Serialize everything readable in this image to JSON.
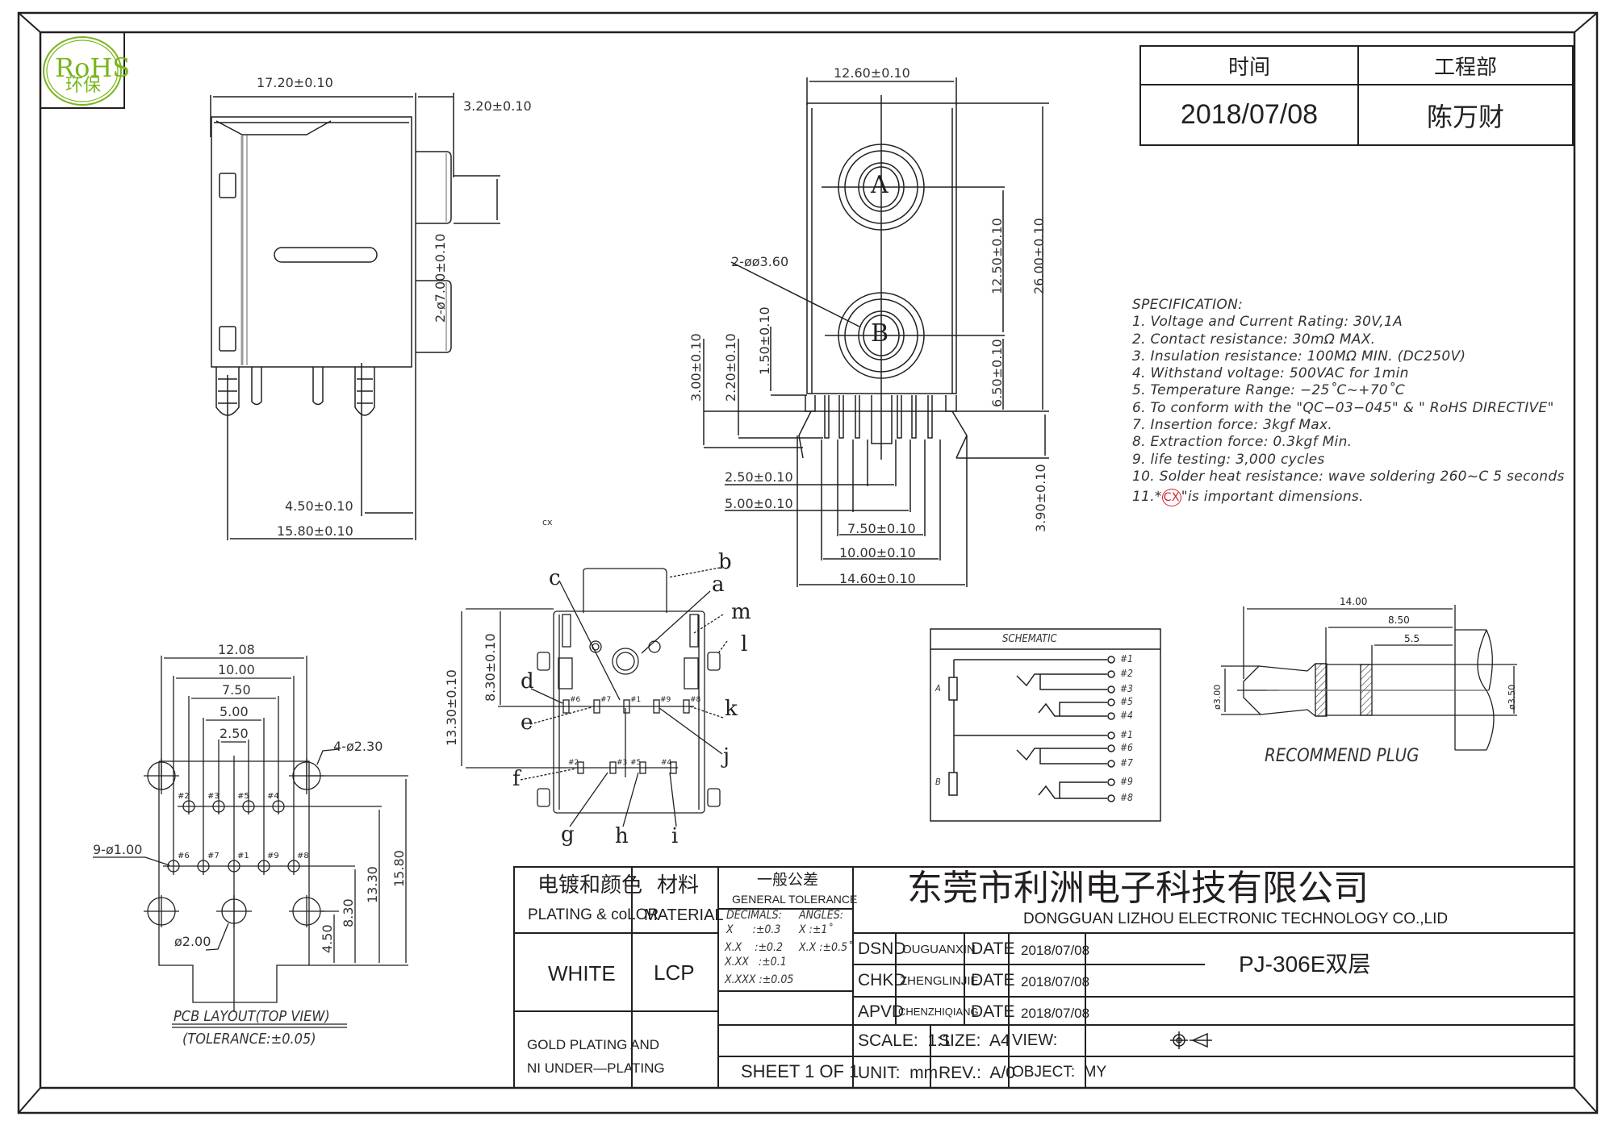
{
  "badge": {
    "line1": "RoHS",
    "line2": "环保",
    "color": "#7ab51d"
  },
  "header_table": {
    "col1_label": "时间",
    "col2_label": "工程部",
    "col1_value": "2018/07/08",
    "col2_value": "陈万财"
  },
  "front_view": {
    "width_dim": "17.20±0.10",
    "depth_dim": "3.20±0.10",
    "hole_dim": "2-ø7.00±0.10",
    "pin_dim_a": "4.50±0.10",
    "pin_dim_b": "15.80±0.10",
    "cx_label": "cx"
  },
  "side_view": {
    "width_dim": "12.60±0.10",
    "hole_callout": "2-øø3.60",
    "height_total": "26.00±0.10",
    "height_pitch": "12.50±0.10",
    "height_b": "6.50±0.10",
    "dim_1_50": "1.50±0.10",
    "dim_2_20": "2.20±0.10",
    "dim_3_00": "3.00±0.10",
    "dim_3_90": "3.90±0.10",
    "dim_2_50": "2.50±0.10",
    "dim_5_00": "5.00±0.10",
    "dim_7_50": "7.50±0.10",
    "dim_10_00": "10.00±0.10",
    "dim_14_60": "14.60±0.10",
    "jack_a": "A",
    "jack_b": "B"
  },
  "bottom_view": {
    "dim_13_30": "13.30±0.10",
    "dim_8_30": "8.30±0.10",
    "labels": [
      "a",
      "b",
      "c",
      "d",
      "e",
      "f",
      "g",
      "h",
      "i",
      "j",
      "k",
      "l",
      "m"
    ],
    "pin_row_top": [
      "#6",
      "#7",
      "#1",
      "#9",
      "#8"
    ],
    "pin_row_bottom": [
      "#2",
      "#3",
      "#5",
      "#4"
    ]
  },
  "pcb_layout": {
    "dims_h": [
      "12.08",
      "10.00",
      "7.50",
      "5.00",
      "2.50"
    ],
    "dims_v": [
      "15.80",
      "13.30",
      "8.30",
      "4.50"
    ],
    "callout_big": "4-ø2.30",
    "callout_small": "9-ø1.00",
    "callout_mid": "ø2.00",
    "row1_pins": [
      "#2",
      "#3",
      "#5",
      "#4"
    ],
    "row2_pins": [
      "#6",
      "#7",
      "#1",
      "#9",
      "#8"
    ],
    "title": "PCB LAYOUT(TOP VIEW)",
    "tolerance": "(TOLERANCE:±0.05)"
  },
  "specification": {
    "title": "SPECIFICATION:",
    "items": [
      "1. Voltage and Current Rating: 30V,1A",
      "2. Contact resistance: 30mΩ MAX.",
      "3. Insulation resistance: 100MΩ MIN. (DC250V)",
      "4. Withstand voltage: 500VAC for 1min",
      "5. Temperature Range: −25˚C~+70˚C",
      "6. To conform with the \"QC−03−045\" & \" RoHS DIRECTIVE\"",
      "7. Insertion force: 3kgf Max.",
      "8. Extraction force:  0.3kgf Min.",
      "9. life testing: 3,000 cycles",
      "10. Solder heat resistance: wave soldering 260~C 5 seconds"
    ],
    "item11_prefix": "11.*",
    "item11_mark": "CX",
    "item11_suffix": "\"is important dimensions.",
    "mark_color": "#d61f2a"
  },
  "schematic": {
    "title": "SCHEMATIC",
    "label_a": "A",
    "label_b": "B",
    "pins": [
      "#1",
      "#2",
      "#3",
      "#5",
      "#4",
      "#1",
      "#6",
      "#7",
      "#9",
      "#8"
    ]
  },
  "plug": {
    "dim_total": "14.00",
    "dim_mid": "8.50",
    "dim_short": "5.5",
    "dia_tip": "ø3.00",
    "dia_body": "ø3.50",
    "title": "RECOMMEND PLUG"
  },
  "title_block": {
    "plating_cn": "电镀和颜色",
    "plating_en": "PLATING & coLOR",
    "material_cn": "材料",
    "material_en": "MATERIAL",
    "tolerance_cn": "一般公差",
    "tolerance_en": "GENERAL TOLERANCE",
    "decimals_label": "DECIMALS:",
    "angles_label": "ANGLES:",
    "dec_x": "X      :±0.3",
    "dec_xx": "X.X    :±0.2",
    "dec_xxx": "X.XX   :±0.1",
    "dec_xxxx": "X.XXX :±0.05",
    "ang_x": "X    :±1˚",
    "ang_xx": "X.X :±0.5˚",
    "color_value": "WHITE",
    "material_value": "LCP",
    "plating_line1": "GOLD PLATING AND",
    "plating_line2": "NI UNDER—PLATING",
    "sheet": "SHEET 1 OF 1",
    "company_cn": "东莞市利洲电子科技有限公司",
    "company_en": "DONGGUAN LIZHOU ELECTRONIC TECHNOLOGY CO.,LID",
    "rows": [
      {
        "role": "DSND",
        "name": "OUGUANXIN",
        "date_label": "DATE",
        "date": "2018/07/08"
      },
      {
        "role": "CHKD",
        "name": "ZHENGLINJIE",
        "date_label": "DATE",
        "date": "2018/07/08"
      },
      {
        "role": "APVD",
        "name": "CHENZHIQIANG",
        "date_label": "DATE",
        "date": "2018/07/08"
      }
    ],
    "part_number": "PJ-306E双层",
    "scale": "SCALE:  1:1",
    "size": "SIZE:  A4",
    "view": "VIEW:",
    "unit": "UNIT:  mm",
    "rev": "REV.:  A/0",
    "object": "OBJECT:  MY"
  }
}
